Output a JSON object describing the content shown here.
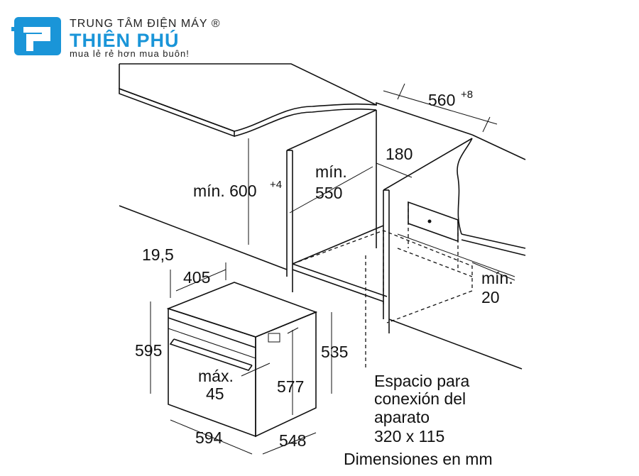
{
  "logo": {
    "line1": "TRUNG TÂM ĐIỆN MÁY ®",
    "line2": "THIÊN PHÚ",
    "line3": "mua lẻ rẻ hơn mua buôn!",
    "color": "#1a95d8"
  },
  "dimensions": {
    "width_niche": "560",
    "width_niche_tol": "+8",
    "rear_gap": "180",
    "min_depth_label": "mín.",
    "min_depth": "550",
    "min_height_label": "mín. 600",
    "min_height_tol": "+4",
    "min_side_label": "mín.",
    "min_side": "20",
    "front_panel": "19,5",
    "handle_depth": "405",
    "overall_height": "595",
    "body_height": "535",
    "max_label": "máx.",
    "max_value": "45",
    "inner_height": "577",
    "overall_width": "594",
    "body_depth": "548"
  },
  "notes": {
    "connection_1": "Espacio para",
    "connection_2": "conexión del",
    "connection_3": "aparato",
    "connection_4": "320 x 115",
    "units": "Dimensiones en mm"
  }
}
